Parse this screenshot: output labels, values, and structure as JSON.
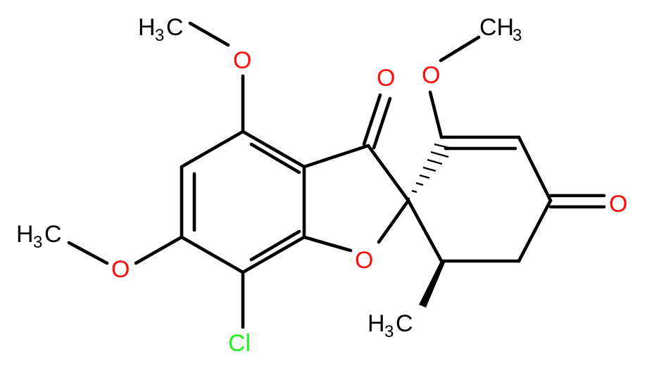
{
  "labels": {
    "o_methoxy_top": "O",
    "o_methoxy_left": "O",
    "o_ring": "O",
    "o_carbonyl_top": "O",
    "o_methoxy_right": "O",
    "o_ketone_right": "O",
    "cl": "Cl",
    "ch3_top_left_h": "H",
    "ch3_top_left_c": "C",
    "ch3_left_h": "H",
    "ch3_left_c": "C",
    "ch3_right_top_c": "CH",
    "ch3_bottom_h": "H",
    "ch3_bottom_c": "C",
    "sub_3": "3"
  },
  "colors": {
    "oxygen": "#ff0d0d",
    "chlorine": "#1ff01f",
    "carbon": "#000000",
    "background": "#ffffff"
  }
}
